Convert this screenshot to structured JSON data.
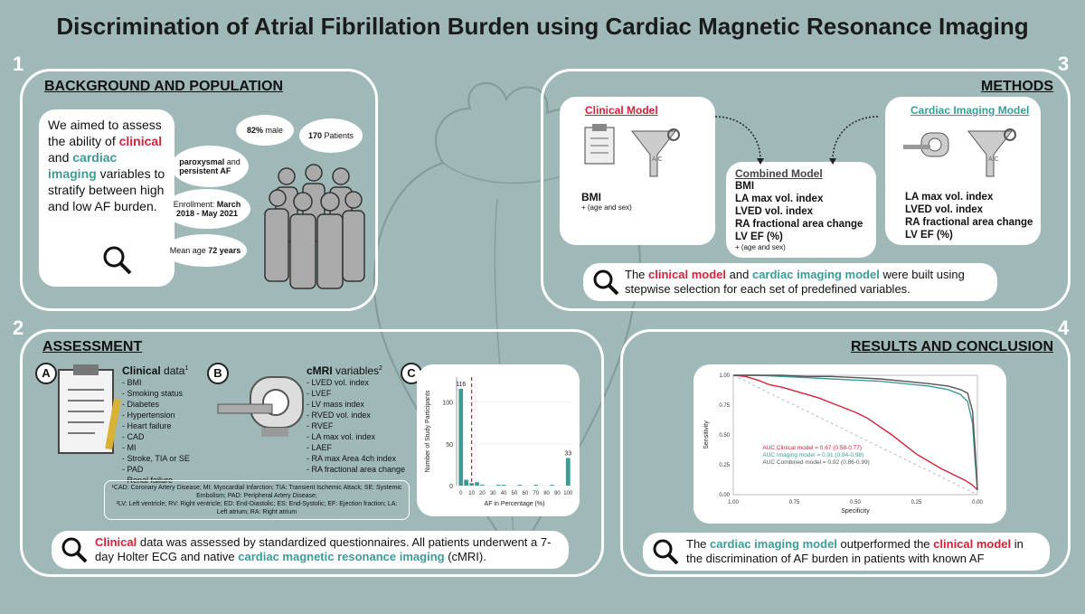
{
  "title": "Discrimination of Atrial Fibrillation Burden using Cardiac Magnetic Resonance Imaging",
  "panel_numbers": [
    "1",
    "2",
    "3",
    "4"
  ],
  "background": {
    "heading": "BACKGROUND AND POPULATION",
    "aim_line1": "We aimed to assess the ability of",
    "aim_clinical": "clinical",
    "aim_and": "and",
    "aim_imaging": "cardiac imaging",
    "aim_line2": "variables to stratify between high and low AF burden.",
    "clouds": {
      "male_bold": "82%",
      "male_text": "male",
      "patients_bold": "170",
      "patients_text": "Patients",
      "af_bold": "paroxysmal",
      "af_text1": "and",
      "af_bold2": "persistent AF",
      "enroll_text": "Enrollment:",
      "enroll_bold": "March 2018 - May 2021",
      "age_text": "Mean age",
      "age_bold": "72 years"
    }
  },
  "methods": {
    "heading": "METHODS",
    "clinical_model": "Clinical Model",
    "clinical_vars": "BMI",
    "clinical_note": "+ (age and sex)",
    "imaging_model": "Cardiac Imaging Model",
    "imaging_vars": [
      "LA max vol. index",
      "LVED vol. index",
      "RA fractional area change",
      "LV EF (%)"
    ],
    "combined_model": "Combined Model",
    "combined_vars": [
      "BMI",
      "LA max vol. index",
      "LVED vol. index",
      "RA fractional area change",
      "LV EF (%)"
    ],
    "combined_note": "+ (age and sex)",
    "aic": "AIC",
    "summary_pre": "The",
    "summary_clinical": "clinical model",
    "summary_and": "and",
    "summary_imaging": "cardiac imaging model",
    "summary_post": "were built using stepwise selection for each set of predefined variables."
  },
  "assessment": {
    "heading": "ASSESSMENT",
    "label_a": "A",
    "label_b": "B",
    "label_c": "C",
    "clinical_title": "Clinical",
    "clinical_suffix": "data",
    "clinical_sup": "1",
    "clinical_items": [
      "- BMI",
      "- Smoking status",
      "- Diabetes",
      "- Hypertension",
      "- Heart failure",
      "- CAD",
      "- MI",
      "- Stroke, TIA or SE",
      "- PAD",
      "- Renal failure"
    ],
    "cmri_title": "cMRI",
    "cmri_suffix": "variables",
    "cmri_sup": "2",
    "cmri_items": [
      "- LVED vol. index",
      "- LVEF",
      "- LV mass index",
      "- RVED vol. index",
      "- RVEF",
      "- LA max vol. index",
      "- LAEF",
      "- RA max Area 4ch index",
      "- RA fractional area change"
    ],
    "footnote1": "¹CAD: Coronary Artery Disease; MI: Myocardial Infarction; TIA: Transient Ischemic Attack; SE: Systemic Embolism; PAD: Peripheral Artery Disease;",
    "footnote2": "²LV: Left ventricle; RV: Right ventricle; ED: End-Diastolic; ES: End-Systolic; EF: Ejection fraction; LA: Left atrium; RA: Right atrium",
    "summary_clinical": "Clinical",
    "summary_mid": "data was assessed by standardized questionnaires. All patients underwent a 7-day Holter ECG and native",
    "summary_cmri": "cardiac magnetic resonance imaging",
    "summary_end": "(cMRI)."
  },
  "results": {
    "heading": "RESULTS AND CONCLUSION",
    "summary_pre": "The",
    "summary_imaging": "cardiac imaging model",
    "summary_mid": "outperformed the",
    "summary_clinical": "clinical model",
    "summary_post": "in the discrimination of AF burden in patients with known AF"
  },
  "chart_data": [
    {
      "type": "bar",
      "xlabel": "AF in Percentage (%)",
      "ylabel": "Number of Study Participants",
      "x_ticks": [
        0,
        10,
        20,
        30,
        40,
        50,
        60,
        70,
        80,
        90,
        100
      ],
      "y_ticks": [
        0,
        50,
        100
      ],
      "ylim": [
        0,
        130
      ],
      "xlim": [
        -4,
        104
      ],
      "threshold": 10,
      "bars": [
        {
          "x": 0,
          "value": 116,
          "label": "116"
        },
        {
          "x": 5,
          "value": 7
        },
        {
          "x": 10,
          "value": 3
        },
        {
          "x": 15,
          "value": 4
        },
        {
          "x": 20,
          "value": 1
        },
        {
          "x": 35,
          "value": 1
        },
        {
          "x": 40,
          "value": 1
        },
        {
          "x": 55,
          "value": 1
        },
        {
          "x": 70,
          "value": 1
        },
        {
          "x": 85,
          "value": 1
        },
        {
          "x": 100,
          "value": 33,
          "label": "33"
        }
      ],
      "colors": {
        "bar": "#3d9b96",
        "threshold": "#d2233a"
      }
    },
    {
      "type": "line",
      "xlabel": "Specificity",
      "ylabel": "Sensitivity",
      "x_ticks": [
        "1.00",
        "0.75",
        "0.50",
        "0.25",
        "0.00"
      ],
      "x_tick_values": [
        0,
        0.25,
        0.5,
        0.75,
        1.0
      ],
      "y_ticks": [
        "1.00",
        "0.75",
        "0.50",
        "0.25",
        "0.00"
      ],
      "y_tick_values": [
        1.0,
        0.75,
        0.5,
        0.25,
        0.0
      ],
      "series": [
        {
          "name": "AUC Clinical model = 0.67 (0.58-0.77)",
          "color": "#d2233a",
          "points": [
            [
              0,
              1
            ],
            [
              0.05,
              0.99
            ],
            [
              0.1,
              0.96
            ],
            [
              0.15,
              0.92
            ],
            [
              0.2,
              0.9
            ],
            [
              0.25,
              0.87
            ],
            [
              0.3,
              0.84
            ],
            [
              0.35,
              0.81
            ],
            [
              0.4,
              0.77
            ],
            [
              0.45,
              0.73
            ],
            [
              0.5,
              0.69
            ],
            [
              0.55,
              0.64
            ],
            [
              0.6,
              0.57
            ],
            [
              0.65,
              0.5
            ],
            [
              0.7,
              0.42
            ],
            [
              0.75,
              0.34
            ],
            [
              0.8,
              0.28
            ],
            [
              0.85,
              0.22
            ],
            [
              0.9,
              0.17
            ],
            [
              0.95,
              0.12
            ],
            [
              0.98,
              0.08
            ],
            [
              1,
              0.04
            ]
          ]
        },
        {
          "name": "AUC Imaging model = 0.91 (0.84-0.98)",
          "color": "#3d9b96",
          "points": [
            [
              0,
              1
            ],
            [
              0.1,
              1
            ],
            [
              0.2,
              0.99
            ],
            [
              0.3,
              0.98
            ],
            [
              0.4,
              0.97
            ],
            [
              0.5,
              0.96
            ],
            [
              0.6,
              0.95
            ],
            [
              0.7,
              0.93
            ],
            [
              0.8,
              0.91
            ],
            [
              0.88,
              0.88
            ],
            [
              0.93,
              0.84
            ],
            [
              0.96,
              0.78
            ],
            [
              0.98,
              0.6
            ],
            [
              0.99,
              0.3
            ],
            [
              1,
              0.04
            ]
          ]
        },
        {
          "name": "AUC Combined model = 0.92 (0.86-0.99)",
          "color": "#555555",
          "points": [
            [
              0,
              1
            ],
            [
              0.1,
              1
            ],
            [
              0.2,
              1
            ],
            [
              0.3,
              0.99
            ],
            [
              0.4,
              0.99
            ],
            [
              0.5,
              0.98
            ],
            [
              0.6,
              0.97
            ],
            [
              0.7,
              0.95
            ],
            [
              0.8,
              0.93
            ],
            [
              0.88,
              0.91
            ],
            [
              0.93,
              0.88
            ],
            [
              0.96,
              0.85
            ],
            [
              0.98,
              0.7
            ],
            [
              0.99,
              0.4
            ],
            [
              1,
              0.04
            ]
          ]
        }
      ],
      "diagonal": true
    }
  ]
}
